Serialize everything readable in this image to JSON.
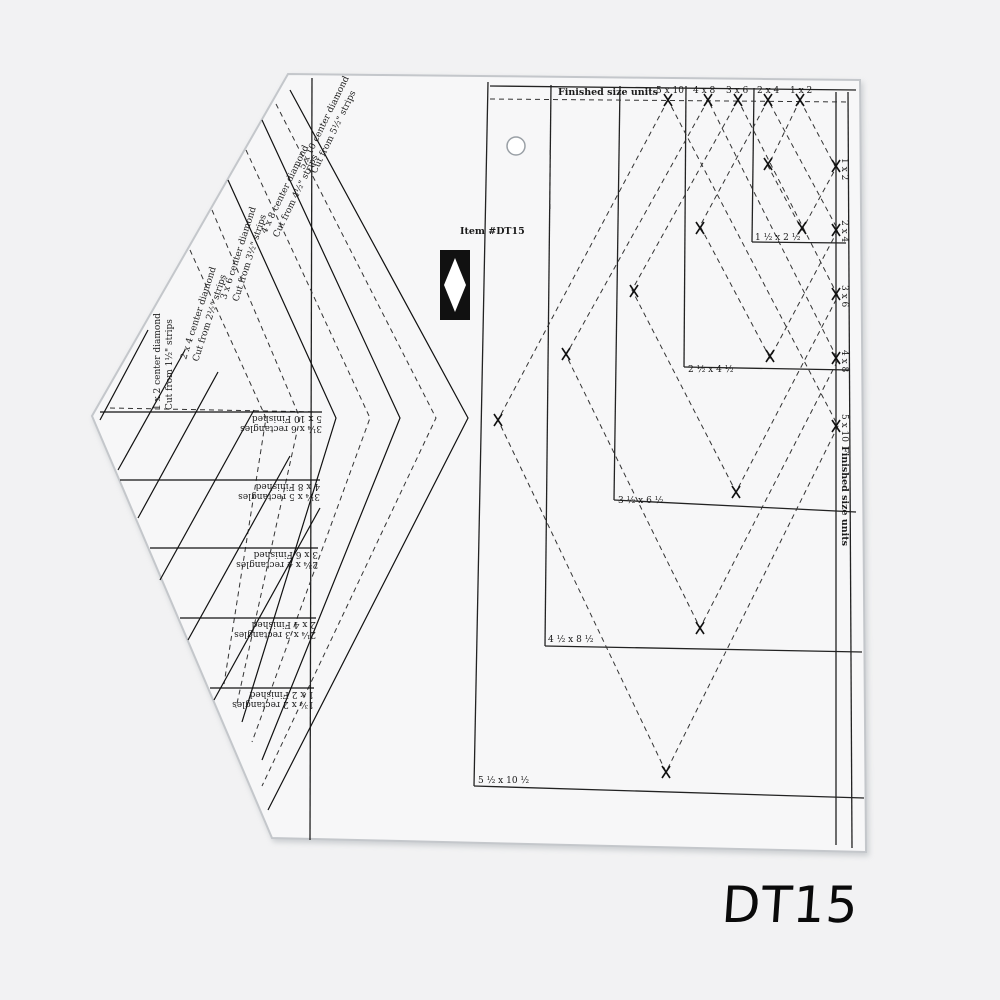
{
  "caption": "DT15",
  "ruler": {
    "item_label": "Item #DT15",
    "finished_size_units_top": "Finished size units",
    "finished_size_units_side": "Finished size units",
    "top_units": [
      "5 x 10",
      "4 x 8",
      "3 x 6",
      "2 x 4",
      "1 x 2"
    ],
    "side_units": [
      "1 x 2",
      "2 x 4",
      "3 x 6",
      "4 x 8",
      "5 x 10"
    ],
    "rectangle_sizes": [
      "1 ½ x 2 ½",
      "2 ½ x 4 ½",
      "3 ½ x 6 ½",
      "4 ½ x 8 ½",
      "5 ½ x 10 ½"
    ],
    "center_diamonds": [
      {
        "size": "1 x 2 center diamond",
        "cut": "Cut from 1½\" strips"
      },
      {
        "size": "2 x 4 center diamond",
        "cut": "Cut from 2½\" strips"
      },
      {
        "size": "3 x 6 center diamond",
        "cut": "Cut from 3½\" strips"
      },
      {
        "size": "4 x 8 center diamond",
        "cut": "Cut from 4½\" strips"
      },
      {
        "size": "5 x 10 center diamond",
        "cut": "Cut from 5½\" strips"
      }
    ],
    "finished_rectangles": [
      {
        "finished": "5 x 10 Finished",
        "rect": "3¼ x 6 rectangles"
      },
      {
        "finished": "4 x 8 Finished",
        "rect": "3¼ x 5 rectangles"
      },
      {
        "finished": "3 x 6 Finished",
        "rect": "2¾ x 4 rectangles"
      },
      {
        "finished": "2 x 4 Finished",
        "rect": "2¼ x 3 rectangles"
      },
      {
        "finished": "1 x 2 Finished",
        "rect": "1¾ x 2 rectangles"
      }
    ],
    "colors": {
      "ink": "#111111",
      "acrylic": "#f7f7f8",
      "edge": "#c9cbce"
    }
  }
}
